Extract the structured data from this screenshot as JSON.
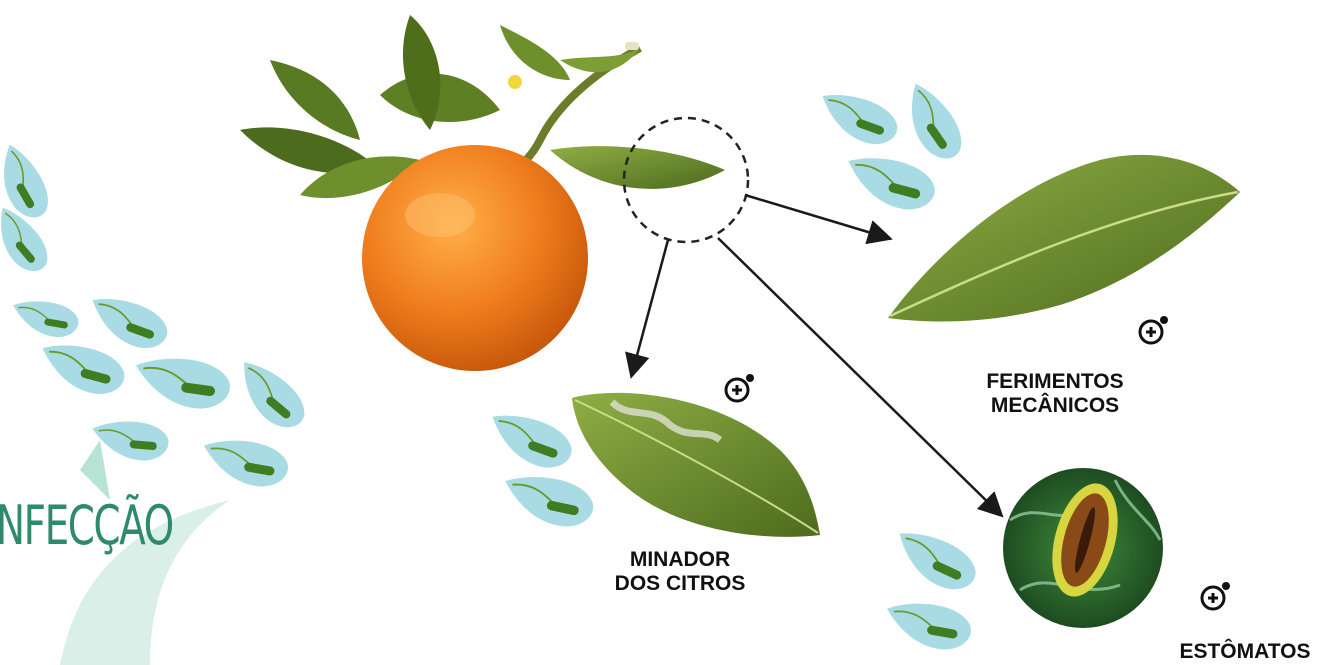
{
  "title": "NFECÇÃO",
  "labels": {
    "minador": [
      "MINADOR",
      "DOS CITROS"
    ],
    "ferimentos": [
      "FERIMENTOS",
      "MECÂNICOS"
    ],
    "estomatos": "ESTÔMATOS"
  },
  "icons": {
    "zoom": "zoom-in-icon",
    "bacterium": "bacterium-droplet-icon"
  },
  "colors": {
    "orange": "#f07d1c",
    "leaf": "#6f8f2c",
    "droplet": "#a9dbe4",
    "bacterium": "#3f7d22",
    "accent": "#2e8a6a",
    "swoosh": "#d9efe8",
    "arrow": "#1a1a1a"
  }
}
